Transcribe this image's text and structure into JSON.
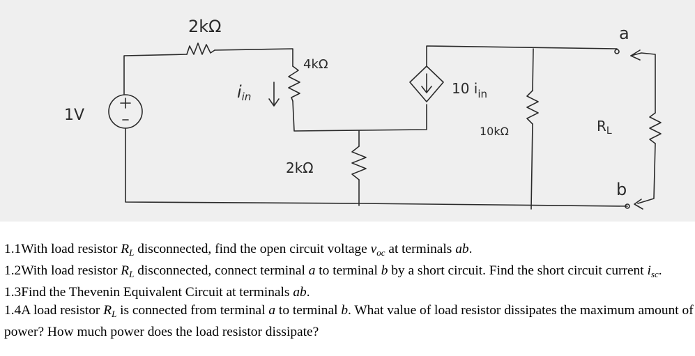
{
  "diagram": {
    "source_label": "1V",
    "labels": {
      "r_series": "2kΩ",
      "r_4k": "4kΩ",
      "r_bottom": "2kΩ",
      "r_10k": "10kΩ",
      "current_in": "i",
      "current_in_sub": "in",
      "dep_source": "10 i",
      "dep_source_sub": "in",
      "terminal_a": "a",
      "terminal_b": "b",
      "load": "R",
      "load_sub": "L"
    },
    "colors": {
      "ink": "#2a2a2a",
      "background": "#efefef"
    }
  },
  "questions": [
    {
      "number": "1.1",
      "text_1": "With load resistor ",
      "v1": "R",
      "v1_sub": "L",
      "text_2": " disconnected, find the open circuit voltage ",
      "v2": "v",
      "v2_sub": "oc",
      "text_3": " at terminals ",
      "v3": "ab",
      "text_4": "."
    },
    {
      "number": "1.2",
      "text_1": "With load resistor ",
      "v1": "R",
      "v1_sub": "L",
      "text_2": " disconnected, connect terminal ",
      "v2": "a",
      "text_3": " to terminal ",
      "v3": "b",
      "text_4": " by a short circuit. Find the short circuit current ",
      "v4": "i",
      "v4_sub": "sc",
      "text_5": "."
    },
    {
      "number": "1.3",
      "text_1": "Find the Thevenin Equivalent Circuit at terminals ",
      "v1": "ab",
      "text_2": "."
    },
    {
      "number": "1.4",
      "text_1": "A load resistor ",
      "v1": "R",
      "v1_sub": "L",
      "text_2": " is connected from terminal ",
      "v2": "a",
      "text_3": " to terminal ",
      "v3": "b",
      "text_4": ".  What value of load resistor dissipates the maximum amount of power?  How much power does the load resistor dissipate?"
    }
  ]
}
